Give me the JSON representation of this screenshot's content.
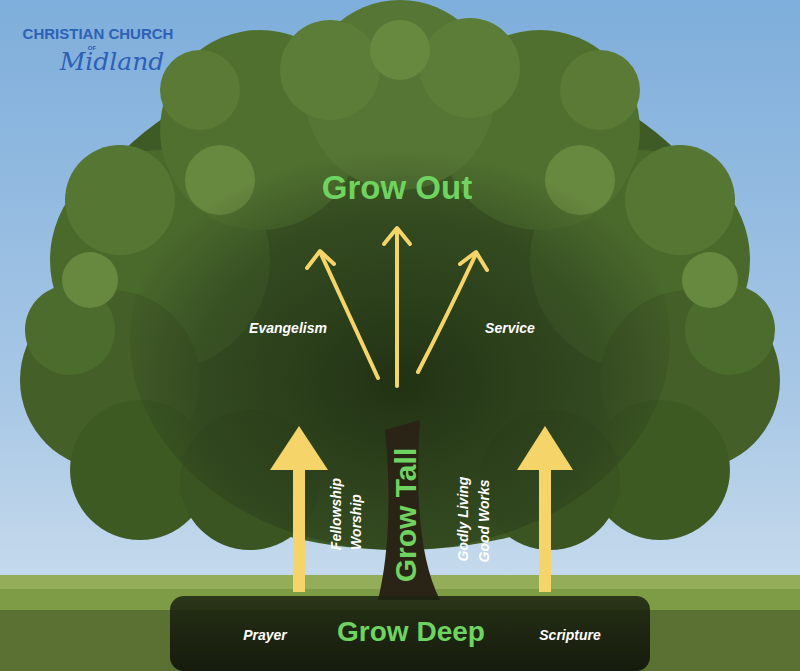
{
  "diagram": {
    "labels": [
      "CHRISTIAN CHURCH",
      "OF",
      "Midland",
      "Grow Out",
      "Evangelism",
      "Service",
      "Fellowship",
      "Worship",
      "Grow Tall",
      "Godly Living",
      "Good Works",
      "Prayer",
      "Grow Deep",
      "Scripture"
    ]
  }
}
